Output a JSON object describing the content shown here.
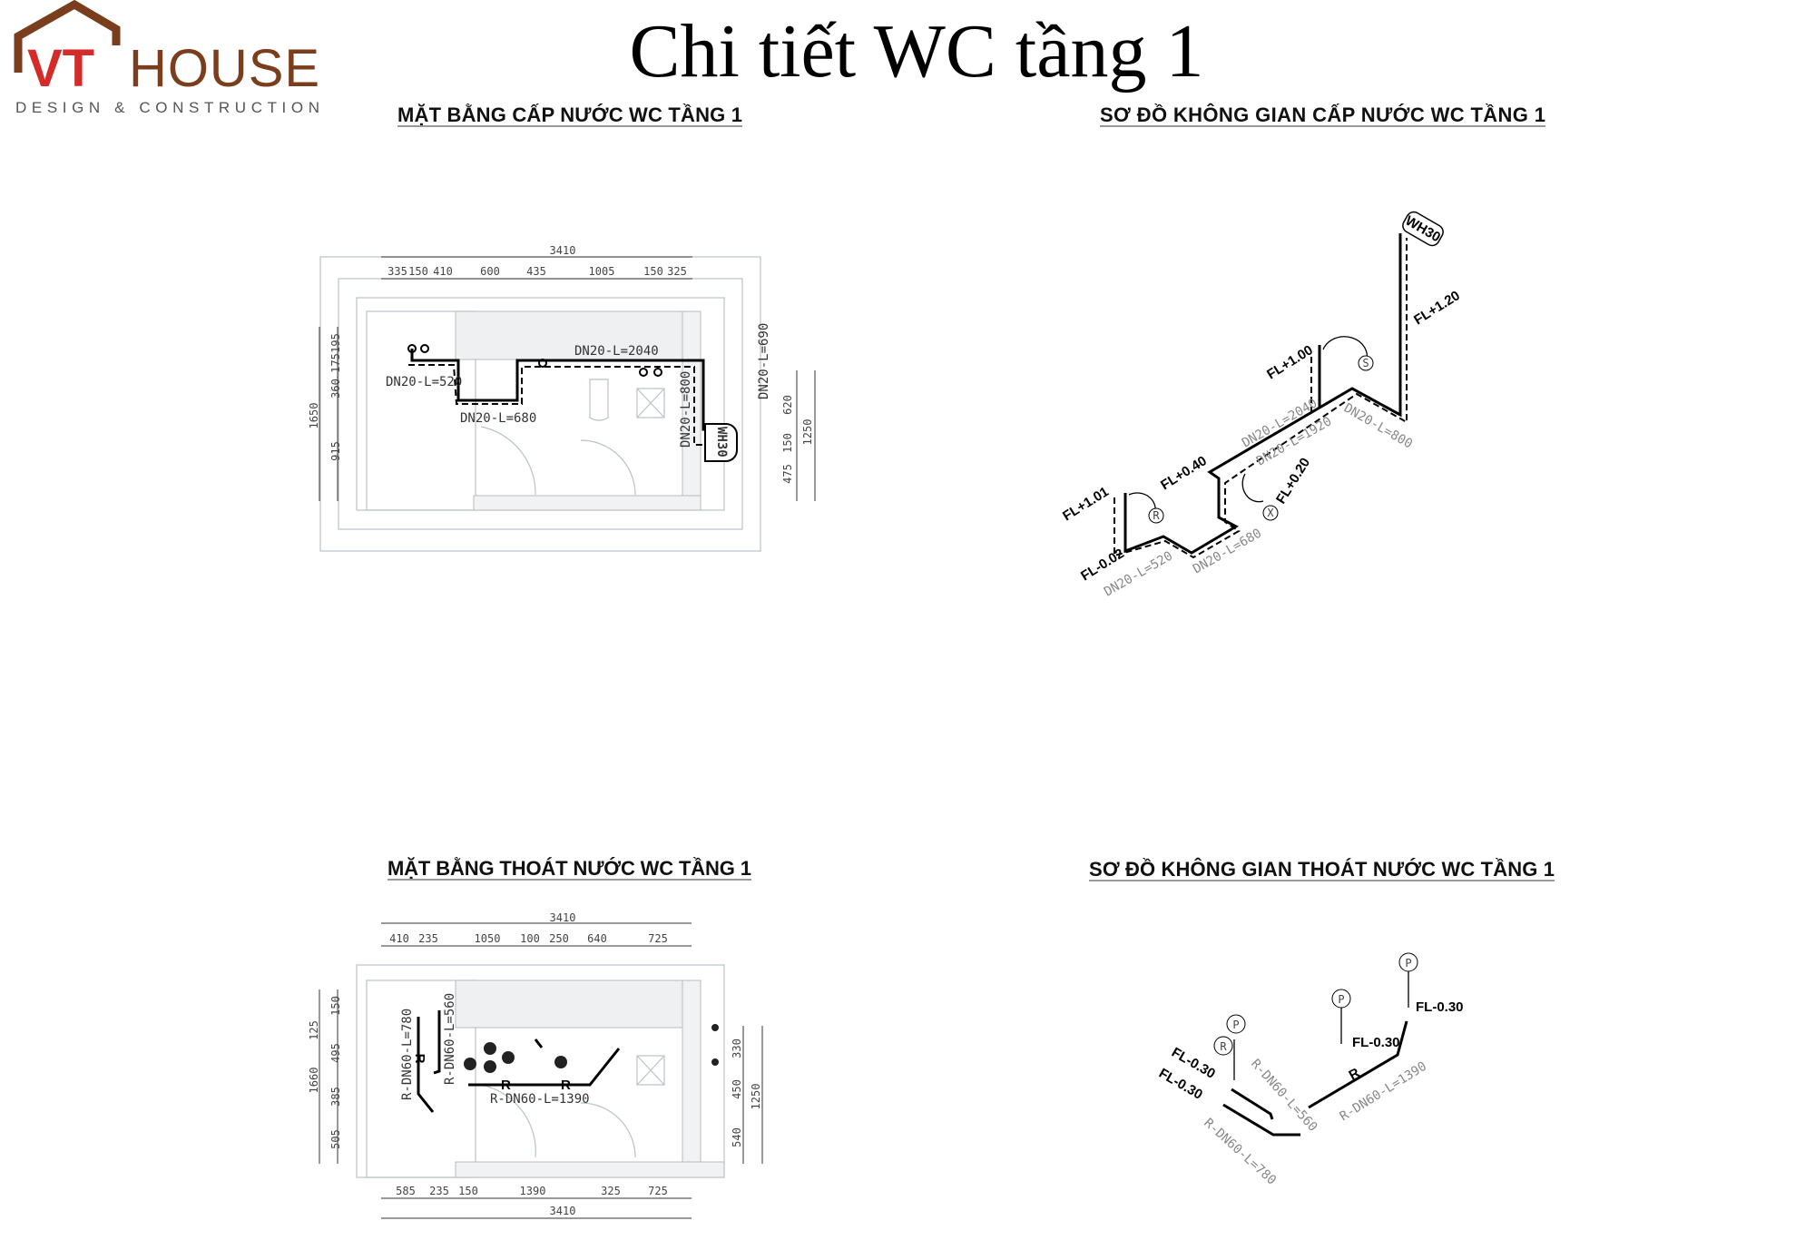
{
  "logo": {
    "mark": "VT",
    "name": "HOUSE",
    "tagline": "DESIGN & CONSTRUCTION",
    "brown": "#7a3e1d",
    "red": "#d42a2a"
  },
  "title": "Chi tiết WC tầng 1",
  "sections": {
    "supply_plan": {
      "heading": "MẶT BẰNG CẤP NƯỚC WC TẦNG 1",
      "dim_total": "3410",
      "dims_top": [
        "335",
        "150",
        "410",
        "600",
        "435",
        "1005",
        "150",
        "325"
      ],
      "dims_left_total": "1650",
      "dims_left": [
        "195",
        "175",
        "360",
        "915"
      ],
      "dims_right": [
        "620",
        "150",
        "475"
      ],
      "dims_right_total": "1250",
      "pipes": [
        "DN20-L=520",
        "DN20-L=680",
        "DN20-L=2040",
        "DN20-L=800",
        "DN20-L=690"
      ],
      "heater": "WH30"
    },
    "supply_iso": {
      "heading": "SƠ ĐỒ KHÔNG GIAN CẤP NƯỚC WC TẦNG 1",
      "heater": "WH30",
      "levels": [
        "FL+1.20",
        "FL+1.00",
        "FL+0.40",
        "FL+0.20",
        "FL+1.01",
        "FL-0.02"
      ],
      "pipes": [
        "DN20-L=2040",
        "DN20-L=1920",
        "DN20-L=800",
        "DN20-L=680",
        "DN20-L=520"
      ],
      "fixtures": [
        "S",
        "R",
        "X"
      ]
    },
    "drain_plan": {
      "heading": "MẶT BẰNG THOÁT NƯỚC WC TẦNG 1",
      "dim_total": "3410",
      "dims_top": [
        "410",
        "235",
        "1050",
        "100",
        "250",
        "640",
        "725"
      ],
      "dims_bottom": [
        "585",
        "235",
        "150",
        "1390",
        "325",
        "725"
      ],
      "dims_left_total": "1660",
      "dims_left": [
        "150",
        "125",
        "495",
        "385",
        "505"
      ],
      "dims_right": [
        "330",
        "450",
        "540"
      ],
      "dims_right_total": "1250",
      "pipes": [
        "R-DN60-L=780",
        "R-DN60-L=560",
        "R-DN60-L=1390"
      ],
      "pipe_mark": "R"
    },
    "drain_iso": {
      "heading": "SƠ ĐỒ KHÔNG GIAN THOÁT NƯỚC WC TẦNG 1",
      "levels": [
        "FL-0.30",
        "FL-0.30",
        "FL-0.30",
        "FL-0.30"
      ],
      "pipes": [
        "R-DN60-L=560",
        "R-DN60-L=780",
        "R-DN60-L=1390"
      ],
      "fixtures": [
        "P",
        "P",
        "P",
        "R"
      ],
      "pipe_mark": "R"
    }
  }
}
